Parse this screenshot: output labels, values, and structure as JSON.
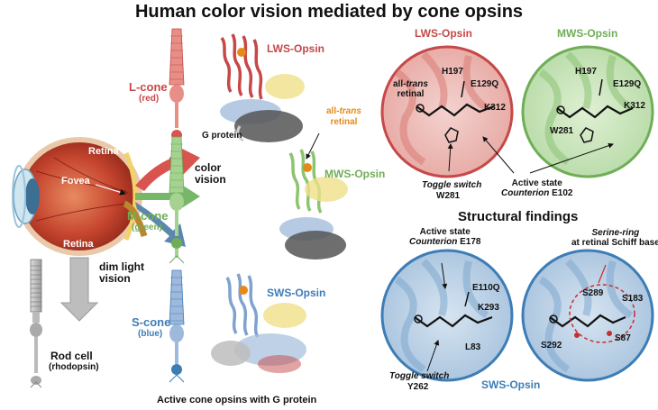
{
  "title": "Human color vision mediated by cone opsins",
  "eye": {
    "retina_top": "Retina",
    "fovea": "Fovea",
    "retina_bottom": "Retina",
    "color_vision": "color\nvision",
    "dim_light_vision": "dim light\nvision",
    "rod_cell": "Rod cell",
    "rod_cell_sub": "(rhodopsin)"
  },
  "cones": {
    "l_cone": "L-cone",
    "l_cone_sub": "(red)",
    "m_cone": "M-cone",
    "m_cone_sub": "(green)",
    "s_cone": "S-cone",
    "s_cone_sub": "(blue)"
  },
  "structures": {
    "lws": "LWS-Opsin",
    "mws": "MWS-Opsin",
    "sws": "SWS-Opsin",
    "g_protein": "G protein",
    "retinal_prefix": "all-",
    "retinal_italic": "trans",
    "retinal_suffix": "retinal",
    "caption": "Active cone opsins with G protein"
  },
  "panels": {
    "lws_title": "LWS-Opsin",
    "mws_title": "MWS-Opsin",
    "structural_findings": "Structural findings",
    "sws_title": "SWS-Opsin",
    "lws_labels": {
      "h197": "H197",
      "e129q": "E129Q",
      "k312": "K312",
      "retinal_a": "all-",
      "retinal_b": "trans",
      "retinal_c": "retinal",
      "w281": "W281",
      "toggle_switch": "Toggle switch"
    },
    "mws_labels": {
      "h197": "H197",
      "e129q": "E129Q",
      "k312": "K312",
      "w281": "W281"
    },
    "active_state_1": "Active state",
    "counterion_1": "Counterion",
    "counterion_1_res": "E102",
    "active_state_2": "Active state",
    "counterion_2": "Counterion",
    "counterion_2_res": "E178",
    "sws_labels": {
      "e110q": "E110Q",
      "k293": "K293",
      "l83": "L83",
      "toggle_switch": "Toggle switch",
      "y262": "Y262"
    },
    "serine_ring": "Serine-ring",
    "serine_ring_sub": "at retinal Schiff base",
    "serine_labels": {
      "s289": "S289",
      "s183": "S183",
      "s292": "S292",
      "s87": "S87"
    }
  },
  "colors": {
    "red": "#c64848",
    "green": "#6fae57",
    "blue": "#3d7db6",
    "orange": "#e58a17",
    "gray": "#8a8a8a"
  }
}
